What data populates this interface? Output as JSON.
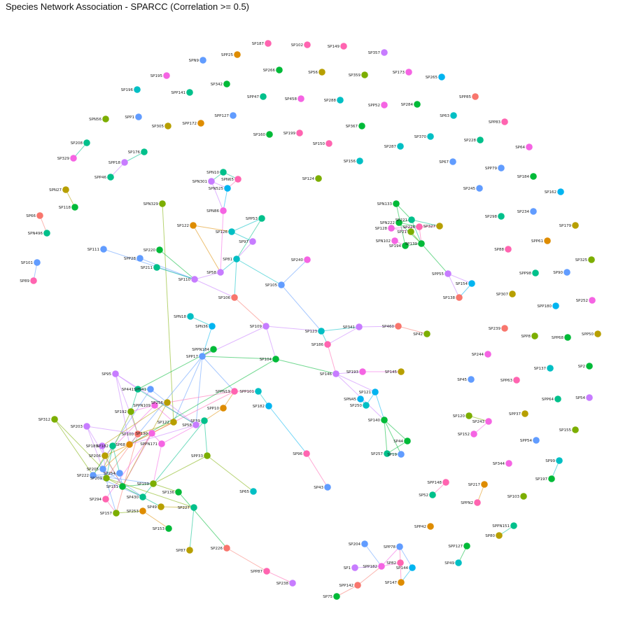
{
  "title": "Species Network Association - SPARCC (Correlation >= 0.5)",
  "palette": [
    "#f8766d",
    "#de8c00",
    "#b79f00",
    "#7cae00",
    "#00ba38",
    "#00c08b",
    "#00bfc4",
    "#00b4f0",
    "#619cff",
    "#c77cff",
    "#f564e3",
    "#ff64b0"
  ],
  "nodes": [
    {
      "id": "SP187"
    },
    {
      "id": "SP102"
    },
    {
      "id": "SP149"
    },
    {
      "id": "SPP25"
    },
    {
      "id": "SPN9"
    },
    {
      "id": "SP357"
    },
    {
      "id": "SP195"
    },
    {
      "id": "SP266"
    },
    {
      "id": "SP56"
    },
    {
      "id": "SP359"
    },
    {
      "id": "SP173"
    },
    {
      "id": "SP265"
    },
    {
      "id": "SP342"
    },
    {
      "id": "SP196"
    },
    {
      "id": "SPP141"
    },
    {
      "id": "SPP47"
    },
    {
      "id": "SP458"
    },
    {
      "id": "SP288"
    },
    {
      "id": "SPP52"
    },
    {
      "id": "SP284"
    },
    {
      "id": "SPP85"
    },
    {
      "id": "SPN56"
    },
    {
      "id": "SPP1"
    },
    {
      "id": "SP305"
    },
    {
      "id": "SPP172"
    },
    {
      "id": "SPP127"
    },
    {
      "id": "SP160"
    },
    {
      "id": "SP199"
    },
    {
      "id": "SP150"
    },
    {
      "id": "SP367"
    },
    {
      "id": "SP287"
    },
    {
      "id": "SP370"
    },
    {
      "id": "SP63"
    },
    {
      "id": "SPP83"
    },
    {
      "id": "SP228"
    },
    {
      "id": "SP64"
    },
    {
      "id": "SP208"
    },
    {
      "id": "SP329"
    },
    {
      "id": "SP176"
    },
    {
      "id": "SPP18"
    },
    {
      "id": "SPP46"
    },
    {
      "id": "SP156"
    },
    {
      "id": "SP67"
    },
    {
      "id": "SPP79"
    },
    {
      "id": "SP184"
    },
    {
      "id": "SPN10"
    },
    {
      "id": "SPN301"
    },
    {
      "id": "SPN65"
    },
    {
      "id": "SPN525"
    },
    {
      "id": "SP124"
    },
    {
      "id": "SP245"
    },
    {
      "id": "SP162"
    },
    {
      "id": "SPN27"
    },
    {
      "id": "SP118"
    },
    {
      "id": "SPN329"
    },
    {
      "id": "SPN86"
    },
    {
      "id": "SPN133"
    },
    {
      "id": "SP298"
    },
    {
      "id": "SP234"
    },
    {
      "id": "SP66"
    },
    {
      "id": "SPP53"
    },
    {
      "id": "SP122"
    },
    {
      "id": "SP126"
    },
    {
      "id": "SPN222"
    },
    {
      "id": "SP128"
    },
    {
      "id": "SP221"
    },
    {
      "id": "SP226"
    },
    {
      "id": "SP327"
    },
    {
      "id": "SP179"
    },
    {
      "id": "SPN496"
    },
    {
      "id": "SP97"
    },
    {
      "id": "SP21"
    },
    {
      "id": "SPN102"
    },
    {
      "id": "SP194"
    },
    {
      "id": "SP139"
    },
    {
      "id": "SPP61"
    },
    {
      "id": "SP111"
    },
    {
      "id": "SP220"
    },
    {
      "id": "SP88"
    },
    {
      "id": "SPP28"
    },
    {
      "id": "SP81"
    },
    {
      "id": "SP240"
    },
    {
      "id": "SP325"
    },
    {
      "id": "SP101"
    },
    {
      "id": "SP211"
    },
    {
      "id": "SP58"
    },
    {
      "id": "SPP55"
    },
    {
      "id": "SPP98"
    },
    {
      "id": "SP90"
    },
    {
      "id": "SP89"
    },
    {
      "id": "SP110"
    },
    {
      "id": "SP105"
    },
    {
      "id": "SP154"
    },
    {
      "id": "SP307"
    },
    {
      "id": "SP106"
    },
    {
      "id": "SP138"
    },
    {
      "id": "SP252"
    },
    {
      "id": "SPP180"
    },
    {
      "id": "SPN18"
    },
    {
      "id": "SPN36"
    },
    {
      "id": "SP109"
    },
    {
      "id": "SP123"
    },
    {
      "id": "SP341"
    },
    {
      "id": "SP460"
    },
    {
      "id": "SP42"
    },
    {
      "id": "SP239"
    },
    {
      "id": "SPP8"
    },
    {
      "id": "SPP68"
    },
    {
      "id": "SPP50"
    },
    {
      "id": "SP186"
    },
    {
      "id": "SPPN184"
    },
    {
      "id": "SPP17"
    },
    {
      "id": "SP104"
    },
    {
      "id": "SP244"
    },
    {
      "id": "SP137"
    },
    {
      "id": "SP2"
    },
    {
      "id": "SP193"
    },
    {
      "id": "SP145"
    },
    {
      "id": "SP45"
    },
    {
      "id": "SPP63"
    },
    {
      "id": "SP95"
    },
    {
      "id": "SP441"
    },
    {
      "id": "SPN41"
    },
    {
      "id": "SP146"
    },
    {
      "id": "SPP64"
    },
    {
      "id": "SP54"
    },
    {
      "id": "SPN19"
    },
    {
      "id": "SPP101"
    },
    {
      "id": "SP121"
    },
    {
      "id": "SPN45"
    },
    {
      "id": "SP250"
    },
    {
      "id": "SPPN109"
    },
    {
      "id": "SP256"
    },
    {
      "id": "SP182"
    },
    {
      "id": "SP192"
    },
    {
      "id": "SPP10"
    },
    {
      "id": "SP140"
    },
    {
      "id": "SP120"
    },
    {
      "id": "SP243"
    },
    {
      "id": "SPP37"
    },
    {
      "id": "SP312"
    },
    {
      "id": "SP203"
    },
    {
      "id": "SP39"
    },
    {
      "id": "SP58b"
    },
    {
      "id": "SP122b"
    },
    {
      "id": "SP152"
    },
    {
      "id": "SPP54"
    },
    {
      "id": "SP155"
    },
    {
      "id": "SP100"
    },
    {
      "id": "SP130"
    },
    {
      "id": "SPPN171"
    },
    {
      "id": "SP44"
    },
    {
      "id": "SP189"
    },
    {
      "id": "SP182b"
    },
    {
      "id": "SP68"
    },
    {
      "id": "SP206"
    },
    {
      "id": "SPP33"
    },
    {
      "id": "SP96"
    },
    {
      "id": "SP257"
    },
    {
      "id": "SP19"
    },
    {
      "id": "SP344"
    },
    {
      "id": "SP99"
    },
    {
      "id": "SP205"
    },
    {
      "id": "SP222"
    },
    {
      "id": "SP254"
    },
    {
      "id": "SP209"
    },
    {
      "id": "SP197"
    },
    {
      "id": "SP159"
    },
    {
      "id": "SP43"
    },
    {
      "id": "SPP148"
    },
    {
      "id": "SP217"
    },
    {
      "id": "SP52"
    },
    {
      "id": "SP103"
    },
    {
      "id": "SP136"
    },
    {
      "id": "SP65"
    },
    {
      "id": "SP294"
    },
    {
      "id": "SP151"
    },
    {
      "id": "SP430"
    },
    {
      "id": "SP49b"
    },
    {
      "id": "SP227"
    },
    {
      "id": "SPPN2"
    },
    {
      "id": "SP157"
    },
    {
      "id": "SP253"
    },
    {
      "id": "SPPN151"
    },
    {
      "id": "SPP42"
    },
    {
      "id": "SP80"
    },
    {
      "id": "SP153"
    },
    {
      "id": "SP204"
    },
    {
      "id": "SPP78"
    },
    {
      "id": "SPP127b"
    },
    {
      "id": "SP87"
    },
    {
      "id": "SP226b"
    },
    {
      "id": "SP82"
    },
    {
      "id": "SP1"
    },
    {
      "id": "SPP182"
    },
    {
      "id": "SP144"
    },
    {
      "id": "SP49"
    },
    {
      "id": "SPP87"
    },
    {
      "id": "SP147"
    },
    {
      "id": "SP238"
    },
    {
      "id": "SPP142"
    },
    {
      "id": "SP75"
    }
  ],
  "labels": {
    "SP187": "SP187",
    "SP102": "SP102",
    "SP149": "SP149",
    "SPP25": "SPP25",
    "SPN9": "SPN9",
    "SP357": "SP357",
    "SP195": "SP195",
    "SP266": "SP266",
    "SP56": "SP56",
    "SP359": "SP359",
    "SP173": "SP173",
    "SP265": "SP265",
    "SP342": "SP342",
    "SP196": "SP196",
    "SPP141": "SPP141",
    "SPP47": "SPP47",
    "SP458": "SP458",
    "SP288": "SP288",
    "SPP52": "SPP52",
    "SP284": "SP284",
    "SPP85": "SPP85",
    "SPN56": "SPN56",
    "SPP1": "SPP1",
    "SP305": "SP305",
    "SPP172": "SPP172",
    "SPP127": "SPP127",
    "SP160": "SP160",
    "SP199": "SP199",
    "SP150": "SP150",
    "SP367": "SP367",
    "SP287": "SP287",
    "SP370": "SP370",
    "SP63": "SP63",
    "SPP83": "SPP83",
    "SP228": "SP228",
    "SP64": "SP64",
    "SP208": "SP208",
    "SP329": "SP329",
    "SP176": "SP176",
    "SPP18": "SPP18",
    "SPP46": "SPP46",
    "SP156": "SP156",
    "SP67": "SP67",
    "SPP79": "SPP79",
    "SP184": "SP184",
    "SPN10": "SPN10",
    "SPN301": "SPN301",
    "SPN65": "SPN65",
    "SPN525": "SPN525",
    "SP124": "SP124",
    "SP245": "SP245",
    "SP162": "SP162",
    "SPN27": "SPN27",
    "SP118": "SP118",
    "SPN329": "SPN329",
    "SPN86": "SPN86",
    "SPN133": "SPN133",
    "SP298": "SP298",
    "SP234": "SP234",
    "SP66": "SP66",
    "SPP53": "SPP53",
    "SP122": "SP122",
    "SP126": "SP126",
    "SPN222": "SPN222",
    "SP128": "SP128",
    "SP221": "SP221",
    "SP226": "SP226",
    "SP327": "SP327",
    "SP179": "SP179",
    "SPN496": "SPN496",
    "SP97": "SP97",
    "SP21": "SP21",
    "SPN102": "SPN102",
    "SP194": "SP194",
    "SP139": "SP139",
    "SPP61": "SPP61",
    "SP111": "SP111",
    "SP220": "SP220",
    "SP88": "SP88",
    "SPP28": "SPP28",
    "SP81": "SP81",
    "SP240": "SP240",
    "SP325": "SP325",
    "SP101": "SP101",
    "SP211": "SP211",
    "SP58": "SP58",
    "SPP55": "SPP55",
    "SPP98": "SPP98",
    "SP90": "SP90",
    "SP89": "SP89",
    "SP110": "SP110",
    "SP105": "SP105",
    "SP154": "SP154",
    "SP307": "SP307",
    "SP106": "SP106",
    "SP138": "SP138",
    "SP252": "SP252",
    "SPP180": "SPP180",
    "SPN18": "SPN18",
    "SPN36": "SPN36",
    "SP109": "SP109",
    "SP123": "SP123",
    "SP341": "SP341",
    "SP460": "SP460",
    "SP42": "SP42",
    "SP239": "SP239",
    "SPP8": "SPP8",
    "SPP68": "SPP68",
    "SPP50": "SPP50",
    "SP186": "SP186",
    "SPPN184": "SPPN184",
    "SPP17": "SPP17",
    "SP104": "SP104",
    "SP244": "SP244",
    "SP137": "SP137",
    "SP2": "SP2",
    "SP193": "SP193",
    "SP145": "SP145",
    "SP45": "SP45",
    "SPP63": "SPP63",
    "SP95": "SP95",
    "SP441": "SP441",
    "SPN41": "SPN41",
    "SP146": "SP146",
    "SPP64": "SPP64",
    "SP54": "SP54",
    "SPN19": "SPPN19",
    "SPP101": "SPP101",
    "SP121": "SP121",
    "SPN45": "SPN45",
    "SP250": "SP250",
    "SPPN109": "SPPN109",
    "SP256": "SP256",
    "SP182": "SP182",
    "SP192": "SP192",
    "SPP10": "SPP10",
    "SP140": "SP140",
    "SP120": "SP120",
    "SP243": "SP243",
    "SPP37": "SPP37",
    "SP312": "SP312",
    "SP203": "SP203",
    "SP39": "SP39",
    "SP58b": "SP58",
    "SP122b": "SP122",
    "SP152": "SP152",
    "SPP54": "SPP54",
    "SP155": "SP155",
    "SP100": "SP100",
    "SP130": "SP130",
    "SPPN171": "SPPN171",
    "SP44": "SP44",
    "SP189": "SP189",
    "SP182b": "SP182",
    "SP68": "SP68",
    "SP206": "SP206",
    "SPP33": "SPP33",
    "SP96": "SP96",
    "SP257": "SP257",
    "SP19": "SP19",
    "SP344": "SP344",
    "SP99": "SP99",
    "SP205": "SP205",
    "SP222": "SP222",
    "SP254": "SP254",
    "SP209": "SP209",
    "SP197": "SP197",
    "SP159": "SP159",
    "SP43": "SP43",
    "SPP148": "SPP148",
    "SP217": "SP217",
    "SP52": "SP52",
    "SP103": "SP103",
    "SP136": "SP136",
    "SP65": "SP65",
    "SP294": "SP294",
    "SP151": "SP151",
    "SP430": "SP430",
    "SP49b": "SP49",
    "SP227": "SP227",
    "SPPN2": "SPPN2",
    "SP157": "SP157",
    "SP253": "SP253",
    "SPPN151": "SPPN151",
    "SPP42": "SPP42",
    "SP80": "SP80",
    "SP153": "SP153",
    "SP204": "SP204",
    "SPP78": "SPP78",
    "SPP127b": "SPP127",
    "SP87": "SP87",
    "SP226b": "SP226",
    "SP82": "SP82",
    "SP1": "SP1",
    "SPP182": "SPP182",
    "SP144": "SP144",
    "SP49": "SP49",
    "SPP87": "SPP87",
    "SP147": "SP147",
    "SP238": "SP238",
    "SPP142": "SPP142",
    "SP75": "SP75"
  },
  "edges": [
    [
      "SP208",
      "SP329"
    ],
    [
      "SP176",
      "SPP18"
    ],
    [
      "SPP18",
      "SPP46"
    ],
    [
      "SPN27",
      "SP118"
    ],
    [
      "SP66",
      "SPN496"
    ],
    [
      "SP101",
      "SP89"
    ],
    [
      "SPN10",
      "SPN301"
    ],
    [
      "SPN10",
      "SPN65"
    ],
    [
      "SPN301",
      "SPN525"
    ],
    [
      "SPN65",
      "SPN525"
    ],
    [
      "SPN525",
      "SPN86"
    ],
    [
      "SPN301",
      "SPN86"
    ],
    [
      "SPN86",
      "SP58"
    ],
    [
      "SPN329",
      "SP122b"
    ],
    [
      "SP122",
      "SP126"
    ],
    [
      "SP126",
      "SPP53"
    ],
    [
      "SP126",
      "SP97"
    ],
    [
      "SP97",
      "SP81"
    ],
    [
      "SP122",
      "SP58"
    ],
    [
      "SP81",
      "SP58"
    ],
    [
      "SP81",
      "SP106"
    ],
    [
      "SP81",
      "SP105"
    ],
    [
      "SP58",
      "SP110"
    ],
    [
      "SP111",
      "SP110"
    ],
    [
      "SP220",
      "SP110"
    ],
    [
      "SPP28",
      "SP110"
    ],
    [
      "SP211",
      "SP110"
    ],
    [
      "SP110",
      "SP106"
    ],
    [
      "SP105",
      "SP240"
    ],
    [
      "SP105",
      "SP123"
    ],
    [
      "SP106",
      "SP109"
    ],
    [
      "SP109",
      "SP123"
    ],
    [
      "SP109",
      "SP104"
    ],
    [
      "SP123",
      "SP341"
    ],
    [
      "SP123",
      "SP186"
    ],
    [
      "SP341",
      "SP460"
    ],
    [
      "SP460",
      "SP42"
    ],
    [
      "SP341",
      "SP186"
    ],
    [
      "SP186",
      "SP146"
    ],
    [
      "SP193",
      "SP145"
    ],
    [
      "SP146",
      "SP193"
    ],
    [
      "SP146",
      "SP121"
    ],
    [
      "SP146",
      "SP140"
    ],
    [
      "SP121",
      "SP250"
    ],
    [
      "SP250",
      "SPN45"
    ],
    [
      "SP121",
      "SP140"
    ],
    [
      "SP140",
      "SP44"
    ],
    [
      "SP140",
      "SP19"
    ],
    [
      "SP140",
      "SP257"
    ],
    [
      "SP44",
      "SP257"
    ],
    [
      "SP257",
      "SP19"
    ],
    [
      "SP104",
      "SP146"
    ],
    [
      "SP104",
      "SPP17"
    ],
    [
      "SPN18",
      "SPN36"
    ],
    [
      "SPN36",
      "SPP17"
    ],
    [
      "SPPN184",
      "SPP17"
    ],
    [
      "SP109",
      "SPP17"
    ],
    [
      "SPN133",
      "SP221"
    ],
    [
      "SPN133",
      "SP194"
    ],
    [
      "SPN222",
      "SP221"
    ],
    [
      "SPN222",
      "SP226"
    ],
    [
      "SP128",
      "SP226"
    ],
    [
      "SP221",
      "SP327"
    ],
    [
      "SP226",
      "SP327"
    ],
    [
      "SP21",
      "SP139"
    ],
    [
      "SPN102",
      "SP194"
    ],
    [
      "SP194",
      "SP139"
    ],
    [
      "SP221",
      "SP139"
    ],
    [
      "SP226",
      "SP139"
    ],
    [
      "SP139",
      "SPP55"
    ],
    [
      "SPP55",
      "SP154"
    ],
    [
      "SPP55",
      "SP138"
    ],
    [
      "SP154",
      "SP138"
    ],
    [
      "SP128",
      "SP21"
    ],
    [
      "SPN222",
      "SP139"
    ],
    [
      "SP95",
      "SP441"
    ],
    [
      "SP441",
      "SPN41"
    ],
    [
      "SPN41",
      "SP256"
    ],
    [
      "SPN41",
      "SP182b"
    ],
    [
      "SP441",
      "SP192"
    ],
    [
      "SPPN109",
      "SP192"
    ],
    [
      "SP192",
      "SP100"
    ],
    [
      "SP100",
      "SP130"
    ],
    [
      "SP130",
      "SPPN171"
    ],
    [
      "SPPN171",
      "SP39"
    ],
    [
      "SP39",
      "SPP33"
    ],
    [
      "SPP10",
      "SP39"
    ],
    [
      "SP182",
      "SP96"
    ],
    [
      "SP96",
      "SP43"
    ],
    [
      "SPP33",
      "SP65"
    ],
    [
      "SP312",
      "SP205"
    ],
    [
      "SP203",
      "SP205"
    ],
    [
      "SP189",
      "SP206"
    ],
    [
      "SP206",
      "SP222"
    ],
    [
      "SP222",
      "SP254"
    ],
    [
      "SP254",
      "SP209"
    ],
    [
      "SP205",
      "SP209"
    ],
    [
      "SP209",
      "SP151"
    ],
    [
      "SP151",
      "SP430"
    ],
    [
      "SP430",
      "SP49b"
    ],
    [
      "SP49b",
      "SP227"
    ],
    [
      "SP151",
      "SP159"
    ],
    [
      "SP159",
      "SP136"
    ],
    [
      "SP294",
      "SP157"
    ],
    [
      "SP157",
      "SP253"
    ],
    [
      "SP253",
      "SP153"
    ],
    [
      "SP227",
      "SP87"
    ],
    [
      "SP136",
      "SP226b"
    ],
    [
      "SP226b",
      "SPP87"
    ],
    [
      "SPP87",
      "SP238"
    ],
    [
      "SP82",
      "SPP78"
    ],
    [
      "SPP78",
      "SP144"
    ],
    [
      "SP144",
      "SP147"
    ],
    [
      "SP82",
      "SP147"
    ],
    [
      "SPP182",
      "SPP78"
    ],
    [
      "SPP182",
      "SP82"
    ],
    [
      "SP204",
      "SPP182"
    ],
    [
      "SPP142",
      "SPP182"
    ],
    [
      "SPP142",
      "SP75"
    ],
    [
      "SP1",
      "SPP182"
    ],
    [
      "SPP127b",
      "SP49"
    ],
    [
      "SPPN151",
      "SP80"
    ],
    [
      "SP99",
      "SP197"
    ],
    [
      "SPP148",
      "SP52"
    ],
    [
      "SP217",
      "SPPN2"
    ],
    [
      "SP120",
      "SP243"
    ],
    [
      "SP243",
      "SP152"
    ],
    [
      "SPP53",
      "SP81"
    ],
    [
      "SPP17",
      "SP68"
    ],
    [
      "SPP17",
      "SP58b"
    ],
    [
      "SPP17",
      "SP122b"
    ],
    [
      "SPPN184",
      "SP441"
    ],
    [
      "SPN19",
      "SP68"
    ],
    [
      "SPN19",
      "SPP101"
    ],
    [
      "SPP101",
      "SP182"
    ],
    [
      "SPN19",
      "SP256"
    ],
    [
      "SPP10",
      "SPN19"
    ],
    [
      "SP58b",
      "SP68"
    ],
    [
      "SP122b",
      "SP100"
    ],
    [
      "SP68",
      "SP205"
    ],
    [
      "SP68",
      "SP206"
    ],
    [
      "SP182b",
      "SP222"
    ],
    [
      "SP192",
      "SP205"
    ],
    [
      "SP100",
      "SP209"
    ],
    [
      "SP130",
      "SP151"
    ],
    [
      "SP39",
      "SP430"
    ],
    [
      "SPPN171",
      "SP159"
    ],
    [
      "SP182b",
      "SP254"
    ],
    [
      "SPPN109",
      "SP206"
    ],
    [
      "SP256",
      "SP189"
    ],
    [
      "SP256",
      "SP151"
    ],
    [
      "SP95",
      "SP68"
    ],
    [
      "SP95",
      "SP58b"
    ],
    [
      "SP312",
      "SP222"
    ],
    [
      "SP203",
      "SP100"
    ],
    [
      "SP182b",
      "SP209"
    ],
    [
      "SPP33",
      "SP159"
    ],
    [
      "SP100",
      "SP157"
    ],
    [
      "SP130",
      "SP294"
    ],
    [
      "SP205",
      "SP430"
    ],
    [
      "SP206",
      "SP151"
    ],
    [
      "SP222",
      "SP159"
    ],
    [
      "SP189",
      "SP209"
    ],
    [
      "SP254",
      "SP151"
    ],
    [
      "SP203",
      "SP151"
    ],
    [
      "SP205",
      "SP157"
    ],
    [
      "SP209",
      "SP227"
    ],
    [
      "SP222",
      "SP430"
    ],
    [
      "SP68",
      "SP122b"
    ],
    [
      "SPP17",
      "SPN19"
    ],
    [
      "SP104",
      "SP68"
    ],
    [
      "SP58b",
      "SP256"
    ],
    [
      "SP441",
      "SP58b"
    ],
    [
      "SP95",
      "SP100"
    ],
    [
      "SPPN109",
      "SP122b"
    ]
  ]
}
